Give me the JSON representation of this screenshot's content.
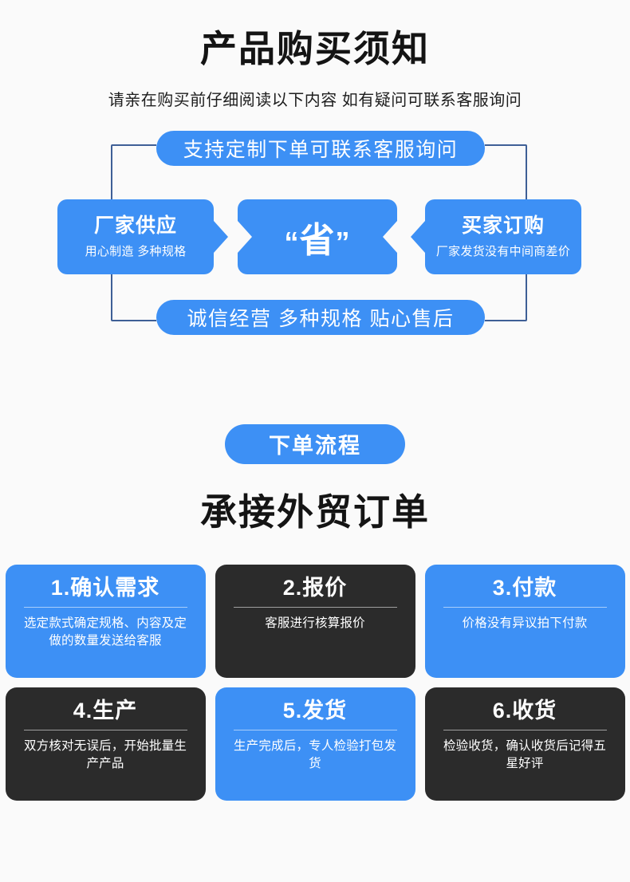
{
  "header": {
    "title": "产品购买须知",
    "subtitle": "请亲在购买前仔细阅读以下内容 如有疑问可联系客服询问"
  },
  "diagram": {
    "top_pill": "支持定制下单可联系客服询问",
    "bottom_pill": "诚信经营 多种规格 贴心售后",
    "left_node": {
      "title": "厂家供应",
      "subtitle": "用心制造 多种规格"
    },
    "center_node": {
      "open_quote": "“",
      "text": "省",
      "close_quote": "”"
    },
    "right_node": {
      "title": "买家订购",
      "subtitle": "厂家发货没有中间商差价"
    }
  },
  "process": {
    "badge": "下单流程",
    "heading": "承接外贸订单",
    "steps": [
      {
        "title": "1.确认需求",
        "desc": "选定款式确定规格、内容及定做的数量发送给客服",
        "theme": "blue"
      },
      {
        "title": "2.报价",
        "desc": "客服进行核算报价",
        "theme": "dark"
      },
      {
        "title": "3.付款",
        "desc": "价格没有异议拍下付款",
        "theme": "blue"
      },
      {
        "title": "4.生产",
        "desc": "双方核对无误后，开始批量生产产品",
        "theme": "dark"
      },
      {
        "title": "5.发货",
        "desc": "生产完成后，专人检验打包发货",
        "theme": "blue"
      },
      {
        "title": "6.收货",
        "desc": "检验收货，确认收货后记得五星好评",
        "theme": "dark"
      }
    ]
  },
  "colors": {
    "accent_blue": "#3d90f5",
    "dark_card": "#2b2b2b",
    "connector": "#3e5f96",
    "background": "#fafafa",
    "text_dark": "#141414"
  }
}
